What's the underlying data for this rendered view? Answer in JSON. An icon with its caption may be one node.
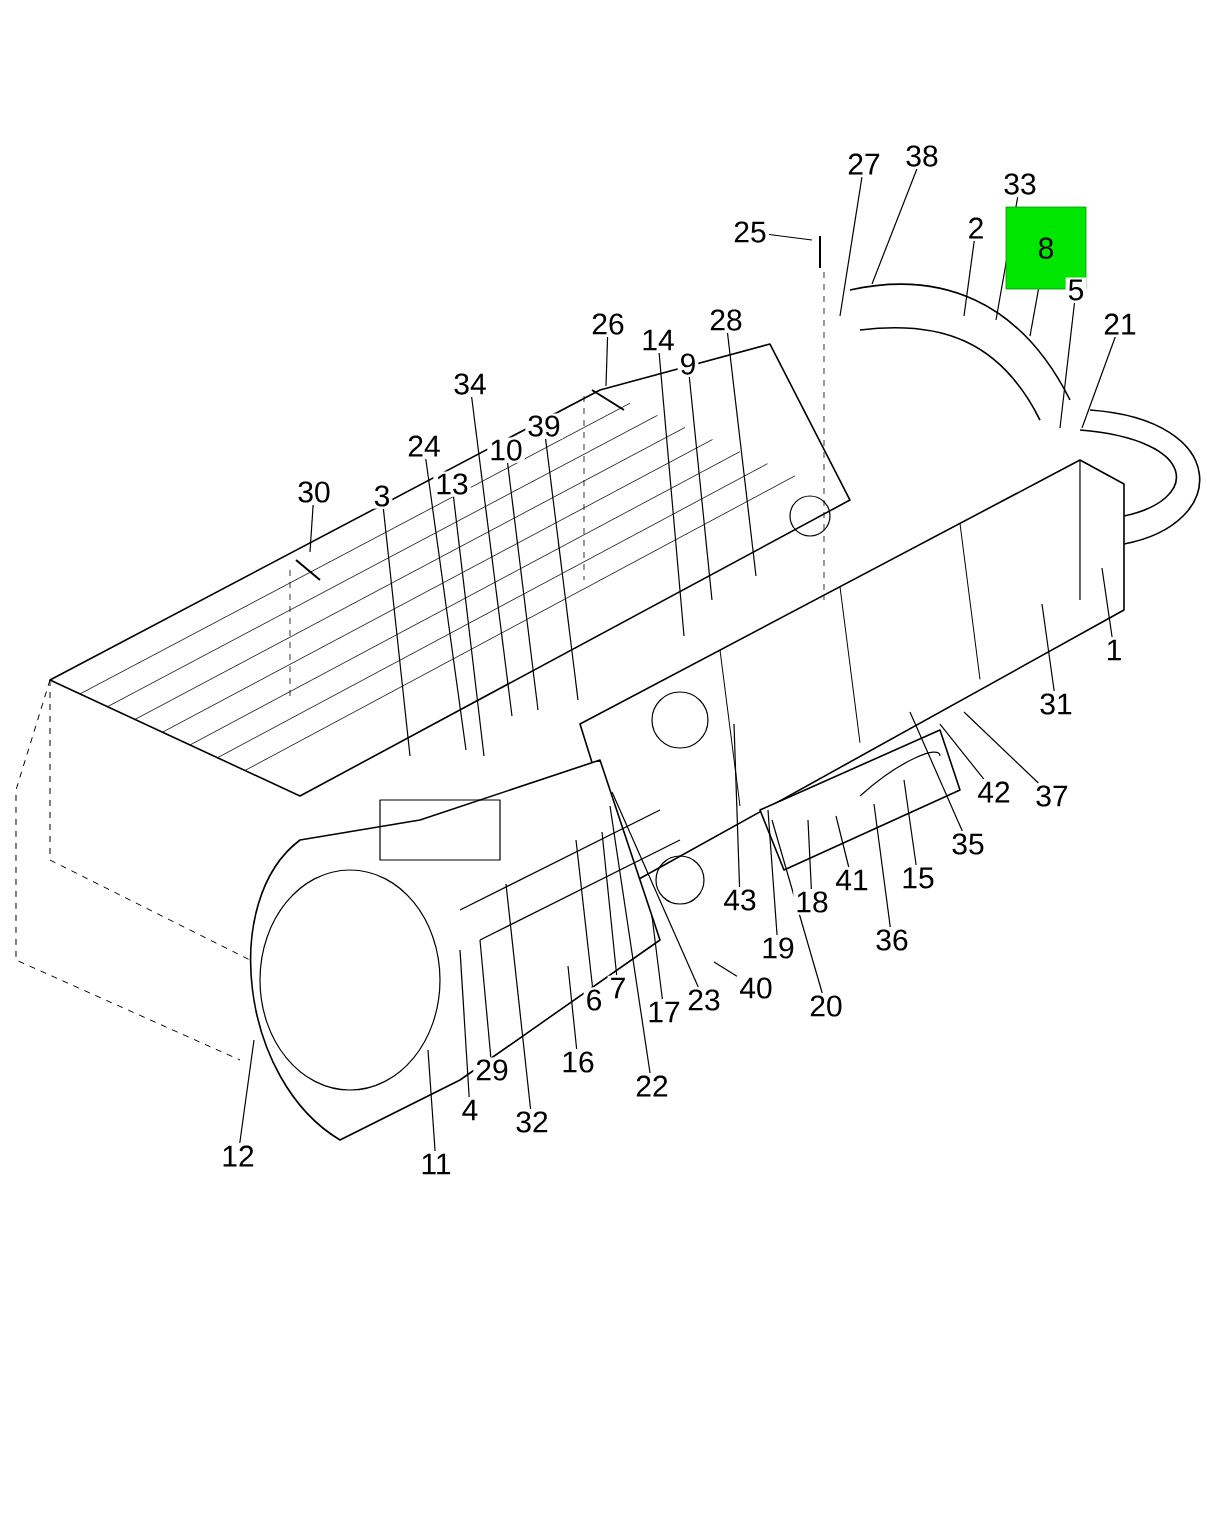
{
  "diagram": {
    "nodes": [
      {
        "text": [
          "27"
        ]
      },
      {
        "text": [
          "38"
        ]
      },
      {
        "text": [
          "33"
        ]
      },
      {
        "text": [
          "25"
        ]
      },
      {
        "text": [
          "2"
        ]
      },
      {
        "text": [
          "8"
        ]
      },
      {
        "text": [
          "5"
        ]
      },
      {
        "text": [
          "26"
        ]
      },
      {
        "text": [
          "21"
        ]
      },
      {
        "text": [
          "28"
        ]
      },
      {
        "text": [
          "14"
        ]
      },
      {
        "text": [
          "9"
        ]
      },
      {
        "text": [
          "34"
        ]
      },
      {
        "text": [
          "39"
        ]
      },
      {
        "text": [
          "24"
        ]
      },
      {
        "text": [
          "10"
        ]
      },
      {
        "text": [
          "13"
        ]
      },
      {
        "text": [
          "30"
        ]
      },
      {
        "text": [
          "3"
        ]
      },
      {
        "text": [
          "1"
        ]
      },
      {
        "text": [
          "31"
        ]
      },
      {
        "text": [
          "37"
        ]
      },
      {
        "text": [
          "42"
        ]
      },
      {
        "text": [
          "35"
        ]
      },
      {
        "text": [
          "15"
        ]
      },
      {
        "text": [
          "41"
        ]
      },
      {
        "text": [
          "18"
        ]
      },
      {
        "text": [
          "43"
        ]
      },
      {
        "text": [
          "36"
        ]
      },
      {
        "text": [
          "19"
        ]
      },
      {
        "text": [
          "40"
        ]
      },
      {
        "text": [
          "6"
        ]
      },
      {
        "text": [
          "7"
        ]
      },
      {
        "text": [
          "23"
        ]
      },
      {
        "text": [
          "20"
        ]
      },
      {
        "text": [
          "17"
        ]
      },
      {
        "text": [
          "16"
        ]
      },
      {
        "text": [
          "29"
        ]
      },
      {
        "text": [
          "22"
        ]
      },
      {
        "text": [
          "4"
        ]
      },
      {
        "text": [
          "32"
        ]
      },
      {
        "text": [
          "12"
        ]
      },
      {
        "text": [
          "11"
        ]
      }
    ],
    "edges": [
      {
        "from": 0,
        "to": null,
        "arrow": "none"
      },
      {
        "from": 1,
        "to": null,
        "arrow": "none"
      },
      {
        "from": 2,
        "to": null,
        "arrow": "none"
      },
      {
        "from": 3,
        "to": null,
        "arrow": "none"
      },
      {
        "from": 4,
        "to": null,
        "arrow": "none"
      },
      {
        "from": 5,
        "to": null,
        "arrow": "none"
      },
      {
        "from": 6,
        "to": null,
        "arrow": "none"
      },
      {
        "from": 7,
        "to": null,
        "arrow": "none"
      },
      {
        "from": 8,
        "to": null,
        "arrow": "none"
      },
      {
        "from": 9,
        "to": null,
        "arrow": "none"
      },
      {
        "from": 10,
        "to": null,
        "arrow": "none"
      },
      {
        "from": 11,
        "to": null,
        "arrow": "none"
      },
      {
        "from": 12,
        "to": null,
        "arrow": "none"
      },
      {
        "from": 13,
        "to": null,
        "arrow": "none"
      },
      {
        "from": 14,
        "to": null,
        "arrow": "none"
      },
      {
        "from": 15,
        "to": null,
        "arrow": "none"
      },
      {
        "from": 16,
        "to": null,
        "arrow": "none"
      },
      {
        "from": 17,
        "to": null,
        "arrow": "none"
      },
      {
        "from": 18,
        "to": null,
        "arrow": "none"
      },
      {
        "from": 19,
        "to": null,
        "arrow": "none"
      },
      {
        "from": 20,
        "to": null,
        "arrow": "none"
      },
      {
        "from": 21,
        "to": null,
        "arrow": "none"
      },
      {
        "from": 22,
        "to": null,
        "arrow": "none"
      },
      {
        "from": 23,
        "to": null,
        "arrow": "none"
      },
      {
        "from": 24,
        "to": null,
        "arrow": "none"
      },
      {
        "from": 25,
        "to": null,
        "arrow": "none"
      },
      {
        "from": 26,
        "to": null,
        "arrow": "none"
      },
      {
        "from": 27,
        "to": null,
        "arrow": "none"
      },
      {
        "from": 28,
        "to": null,
        "arrow": "none"
      },
      {
        "from": 29,
        "to": null,
        "arrow": "none"
      },
      {
        "from": 30,
        "to": null,
        "arrow": "none"
      },
      {
        "from": 31,
        "to": null,
        "arrow": "none"
      },
      {
        "from": 32,
        "to": null,
        "arrow": "none"
      },
      {
        "from": 33,
        "to": null,
        "arrow": "none"
      },
      {
        "from": 34,
        "to": null,
        "arrow": "none"
      },
      {
        "from": 35,
        "to": null,
        "arrow": "none"
      },
      {
        "from": 36,
        "to": null,
        "arrow": "none"
      },
      {
        "from": 37,
        "to": null,
        "arrow": "none"
      },
      {
        "from": 38,
        "to": null,
        "arrow": "none"
      },
      {
        "from": 39,
        "to": null,
        "arrow": "none"
      },
      {
        "from": 40,
        "to": null,
        "arrow": "none"
      },
      {
        "from": 41,
        "to": null,
        "arrow": "none"
      },
      {
        "from": 42,
        "to": null,
        "arrow": "none"
      }
    ]
  }
}
